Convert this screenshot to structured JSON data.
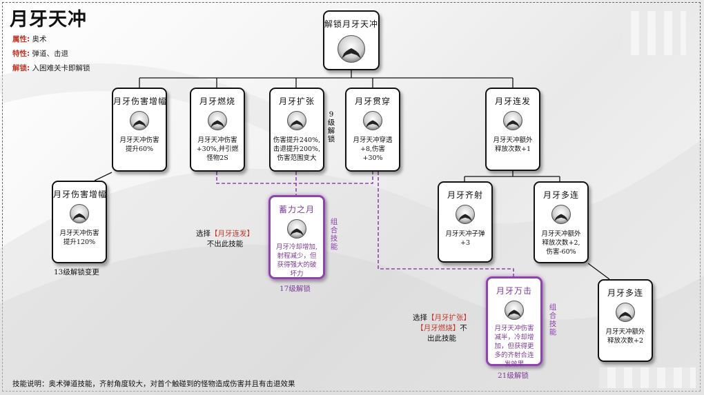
{
  "title": "月牙天冲",
  "info": {
    "attr_key": "属性:",
    "attr_val": "奥术",
    "trait_key": "特性:",
    "trait_val": "弹道、击退",
    "unlock_key": "解锁:",
    "unlock_val": "入困难关卡即解锁"
  },
  "footer": "技能说明：奥术弹道技能，齐射角度较大，对首个触碰到的怪物造成伤害并且有击退效果",
  "nodes": {
    "root": {
      "title": "解锁月牙天冲"
    },
    "dmg1": {
      "title": "月牙伤害增幅",
      "desc1": "月牙天冲伤害",
      "desc2": "提升60%"
    },
    "burn": {
      "title": "月牙燃烧",
      "desc1": "月牙天冲伤害",
      "desc2": "+30%,并引燃",
      "desc3": "怪物2S"
    },
    "expand": {
      "title": "月牙扩张",
      "desc1": "伤害提升240%,",
      "desc2": "击退提升200%,",
      "desc3": "伤害范围变大"
    },
    "pierce": {
      "title": "月牙贯穿",
      "desc1": "月牙天冲穿透",
      "desc2": "+8,伤害+30%"
    },
    "multi": {
      "title": "月牙连发",
      "desc1": "月牙天冲额外",
      "desc2": "释放次数+1"
    },
    "dmg2": {
      "title": "月牙伤害增幅",
      "desc1": "月牙天冲伤害",
      "desc2": "提升120%"
    },
    "charge": {
      "title": "蓄力之月",
      "desc1": "月牙冷却增加,",
      "desc2": "射程减少，但",
      "desc3": "获得强大的破",
      "desc4": "坏力"
    },
    "volley": {
      "title": "月牙齐射",
      "desc1": "月牙天冲子弹",
      "desc2": "+3"
    },
    "multi2": {
      "title": "月牙多连",
      "desc1": "月牙天冲额外",
      "desc2": "释放次数+2,",
      "desc3": "伤害-60%"
    },
    "wanji": {
      "title": "月牙万击",
      "desc1": "月牙天冲伤害",
      "desc2": "减半，冷却增",
      "desc3": "加，但获得更",
      "desc4": "多的齐射合连",
      "desc5": "发效果"
    },
    "multi3": {
      "title": "月牙多连",
      "desc1": "月牙天冲额外",
      "desc2": "释放次数+2"
    }
  },
  "labels": {
    "lv9": "9级解锁",
    "lv13": "13级解锁变更",
    "lv17": "17级解锁",
    "lv21": "21级解锁",
    "combo1": "组合技能",
    "combo2": "组合技能"
  },
  "notes": {
    "n1_a": "选择",
    "n1_b": "【月牙连发】",
    "n1_c": "不出此技能",
    "n2_a": "选择",
    "n2_b": "【月牙扩张】",
    "n2_c": "【月牙燃烧】",
    "n2_d": "不",
    "n2_e": "出此技能"
  },
  "colors": {
    "combo": "#8e44ad",
    "highlight": "#c0392b",
    "line": "#111111"
  },
  "icons": {
    "skill": "crescent-moon-wave-icon"
  }
}
